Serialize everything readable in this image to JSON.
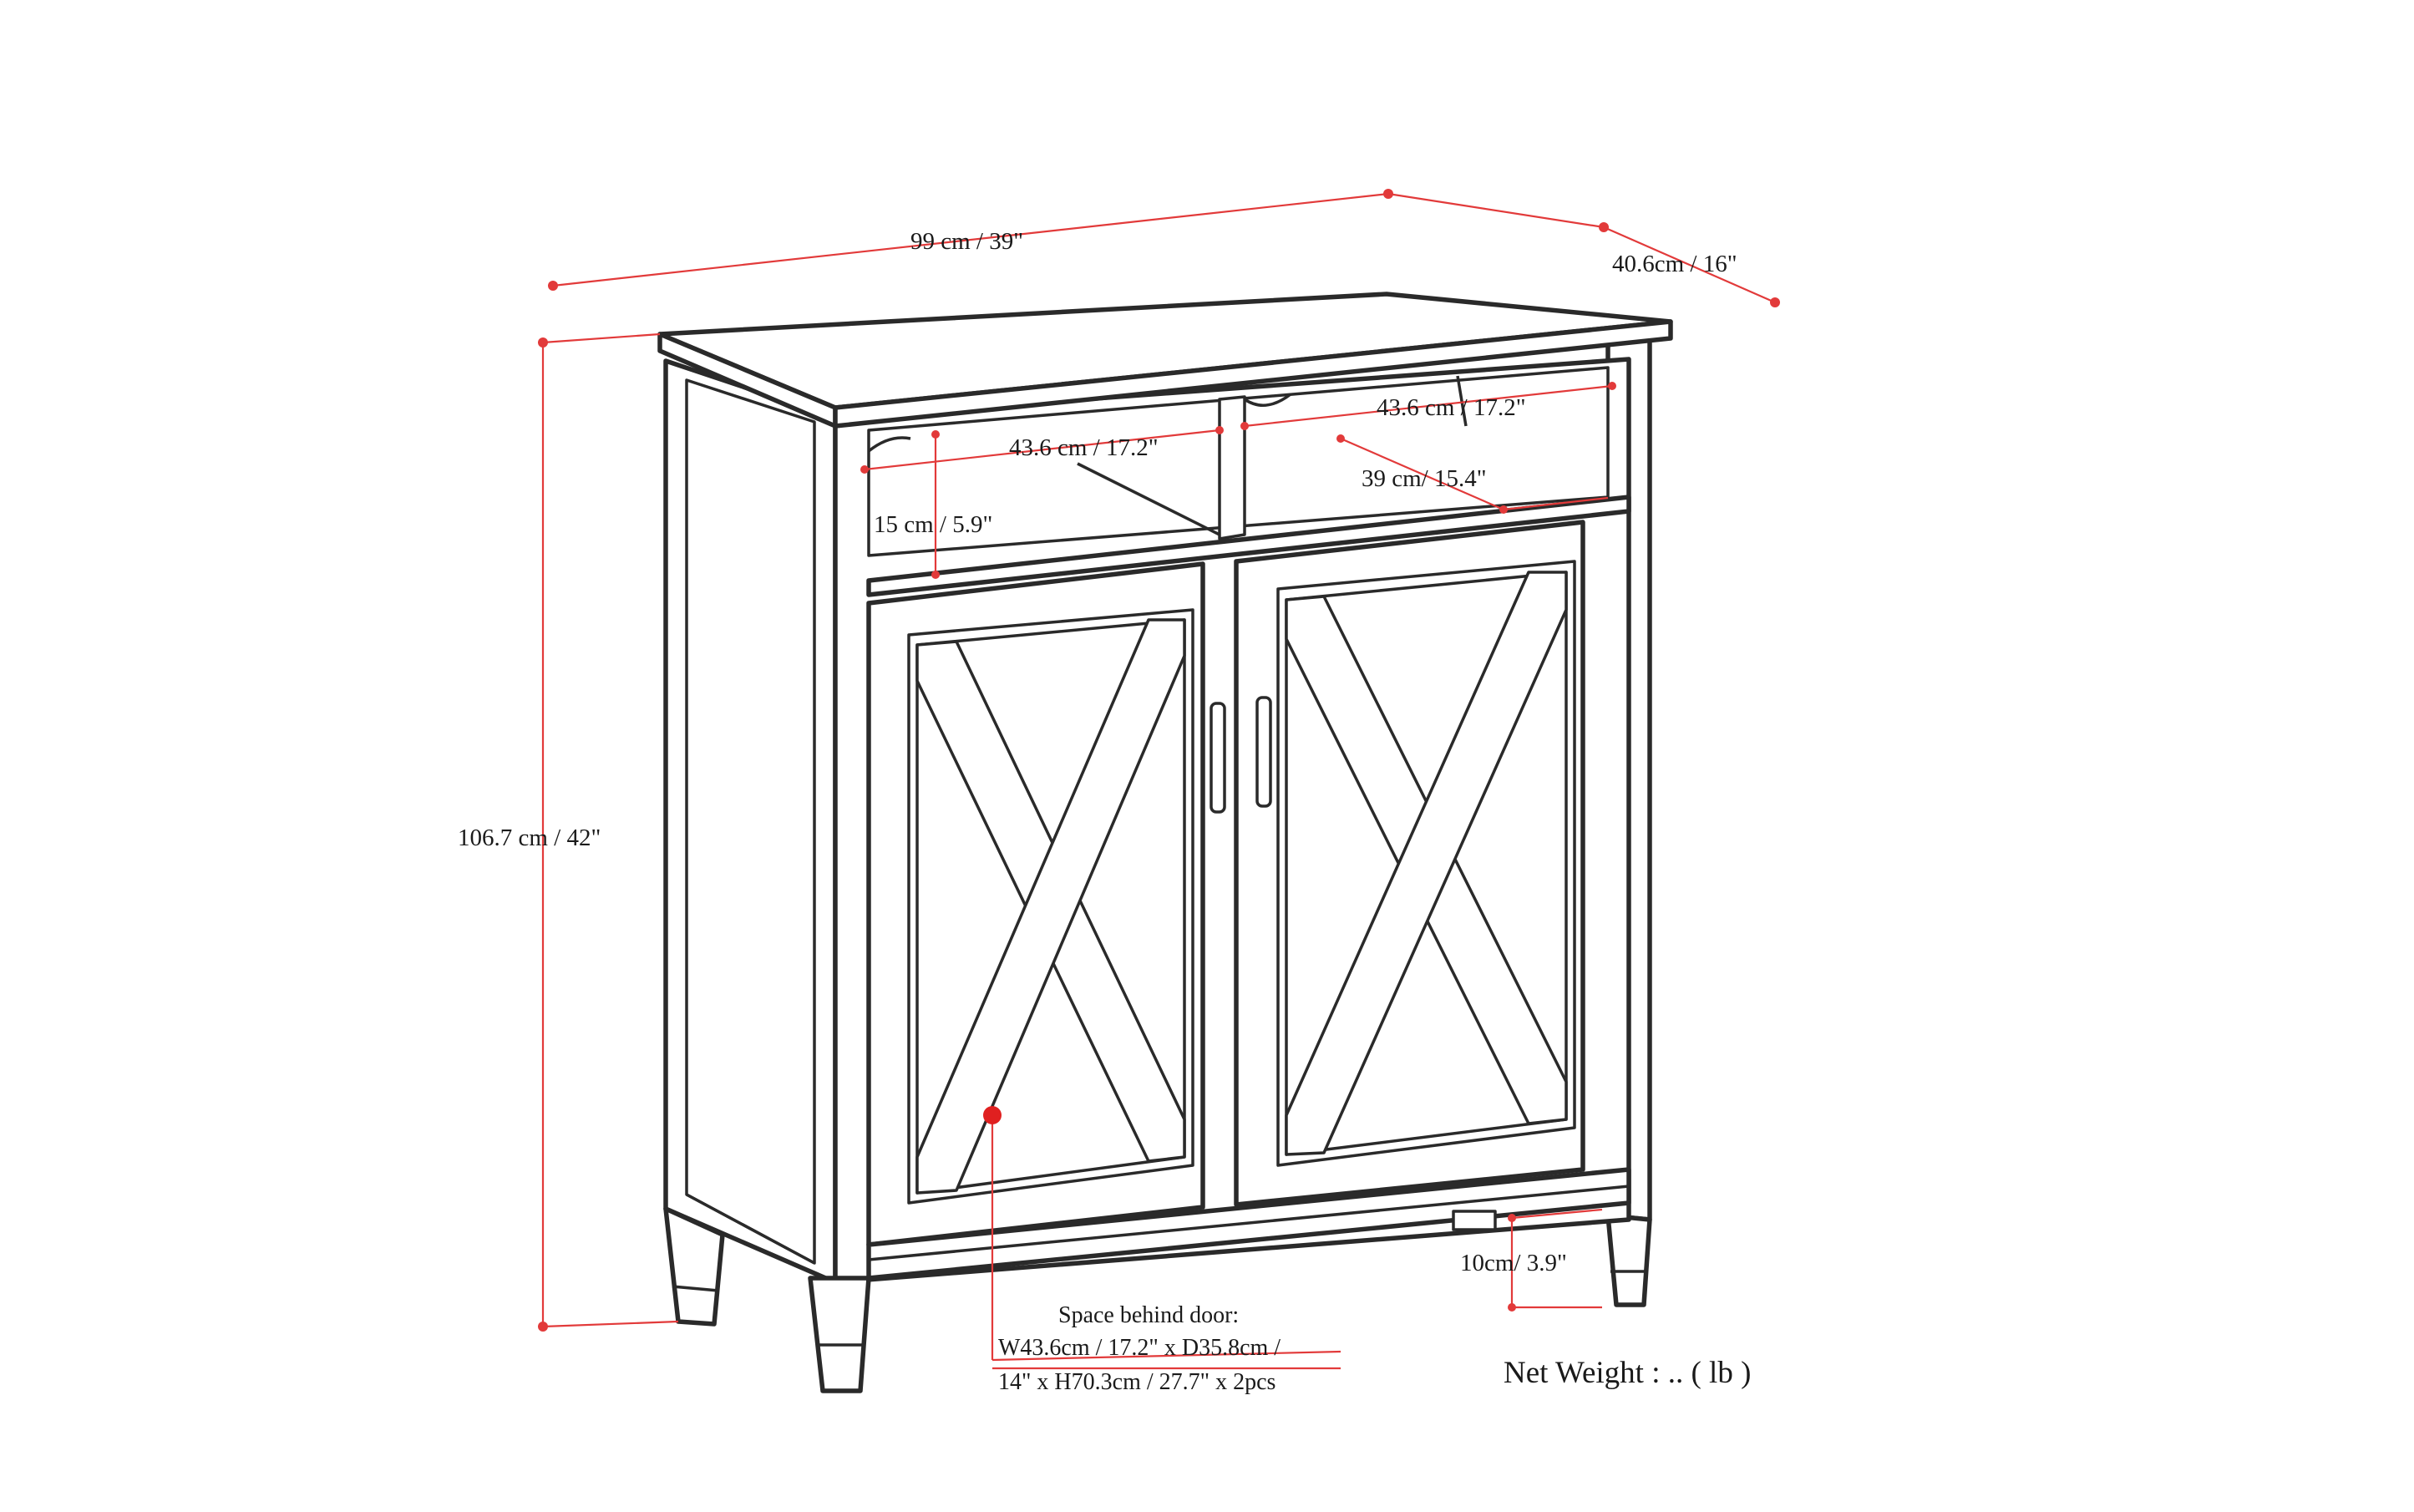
{
  "dimensions": {
    "overall_width": "99 cm / 39\"",
    "overall_depth": "40.6cm / 16\"",
    "overall_height": "106.7 cm / 42\"",
    "shelf_width_left": "43.6 cm / 17.2\"",
    "shelf_width_right": "43.6 cm / 17.2\"",
    "shelf_depth": "39 cm/ 15.4\"",
    "shelf_height": "15 cm / 5.9\"",
    "leg_clearance": "10cm/ 3.9\""
  },
  "door_space": {
    "line1": "Space behind door:",
    "line2": "W43.6cm / 17.2\" x D35.8cm /",
    "line3": "14\" x H70.3cm / 27.7\" x 2pcs"
  },
  "net_weight": "Net Weight : .. ( lb )",
  "colors": {
    "dimension_line": "#e23a3a",
    "drawing_line": "#2a2a2a",
    "background": "#ffffff"
  }
}
